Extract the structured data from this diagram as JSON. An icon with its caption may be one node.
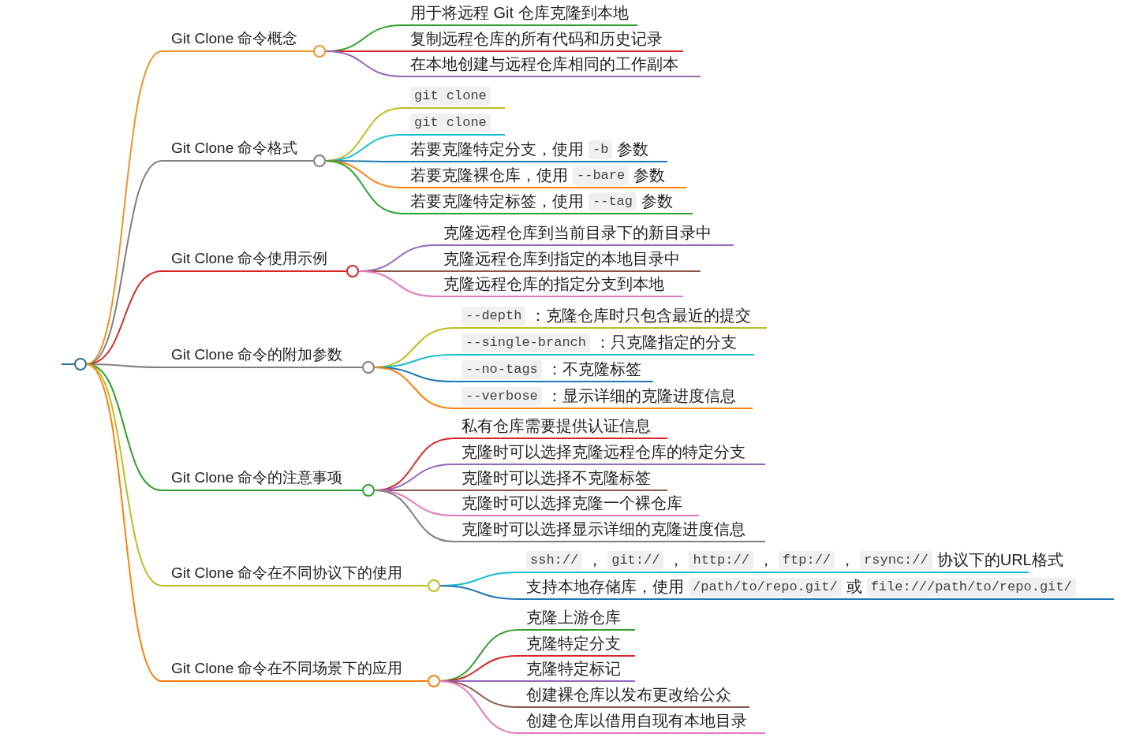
{
  "diagram": {
    "nodes": [
      {
        "text": [],
        "shape": "circle"
      },
      {
        "text": [
          "Git Clone 命令概念"
        ]
      },
      {
        "text": [
          "用于将远程 Git 仓库克隆到本地"
        ]
      },
      {
        "text": [
          "复制远程仓库的所有代码和历史记录"
        ]
      },
      {
        "text": [
          "在本地创建与远程仓库相同的工作副本"
        ]
      },
      {
        "text": [
          "Git Clone 命令格式"
        ]
      },
      {
        "text": [
          "git clone"
        ]
      },
      {
        "text": [
          "git clone"
        ]
      },
      {
        "text": [
          "若要克隆特定分支，使用",
          "-b",
          "参数"
        ]
      },
      {
        "text": [
          "若要克隆裸仓库，使用",
          "--bare",
          "参数"
        ]
      },
      {
        "text": [
          "若要克隆特定标签，使用",
          "--tag",
          "参数"
        ]
      },
      {
        "text": [
          "Git Clone 命令使用示例"
        ]
      },
      {
        "text": [
          "克隆远程仓库到当前目录下的新目录中"
        ]
      },
      {
        "text": [
          "克隆远程仓库到指定的本地目录中"
        ]
      },
      {
        "text": [
          "克隆远程仓库的指定分支到本地"
        ]
      },
      {
        "text": [
          "Git Clone 命令的附加参数"
        ]
      },
      {
        "text": [
          "--depth",
          "：克隆仓库时只包含最近的提交"
        ]
      },
      {
        "text": [
          "--single-branch",
          "：只克隆指定的分支"
        ]
      },
      {
        "text": [
          "--no-tags",
          "：不克隆标签"
        ]
      },
      {
        "text": [
          "--verbose",
          "：显示详细的克隆进度信息"
        ]
      },
      {
        "text": [
          "Git Clone 命令的注意事项"
        ]
      },
      {
        "text": [
          "私有仓库需要提供认证信息"
        ]
      },
      {
        "text": [
          "克隆时可以选择克隆远程仓库的特定分支"
        ]
      },
      {
        "text": [
          "克隆时可以选择不克隆标签"
        ]
      },
      {
        "text": [
          "克隆时可以选择克隆一个裸仓库"
        ]
      },
      {
        "text": [
          "克隆时可以选择显示详细的克隆进度信息"
        ]
      },
      {
        "text": [
          "Git Clone 命令在不同协议下的使用"
        ]
      },
      {
        "text": [
          "ssh://",
          "，",
          "git://",
          "，",
          "http://",
          "，",
          "ftp://",
          "，",
          "rsync://",
          "协议下的URL格式"
        ]
      },
      {
        "text": [
          "支持本地存储库，使用",
          "/path/to/repo.git/",
          "或",
          "file:///path/to/repo.git/"
        ]
      },
      {
        "text": [
          "Git Clone 命令在不同场景下的应用"
        ]
      },
      {
        "text": [
          "克隆上游仓库"
        ]
      },
      {
        "text": [
          "克隆特定分支"
        ]
      },
      {
        "text": [
          "克隆特定标记"
        ]
      },
      {
        "text": [
          "创建裸仓库以发布更改给公众"
        ]
      },
      {
        "text": [
          "创建仓库以借用自现有本地目录"
        ]
      }
    ],
    "edges": [
      {
        "from": 0,
        "to": 1,
        "arrow": "none",
        "color": "#f0932b"
      },
      {
        "from": 1,
        "to": 2,
        "arrow": "none",
        "color": "#2ca02c"
      },
      {
        "from": 1,
        "to": 3,
        "arrow": "none",
        "color": "#d62728"
      },
      {
        "from": 1,
        "to": 4,
        "arrow": "none",
        "color": "#9467bd"
      },
      {
        "from": 0,
        "to": 5,
        "arrow": "none",
        "color": "#7f7f7f"
      },
      {
        "from": 5,
        "to": 6,
        "arrow": "none",
        "color": "#bcbd22"
      },
      {
        "from": 5,
        "to": 7,
        "arrow": "none",
        "color": "#17becf"
      },
      {
        "from": 5,
        "to": 8,
        "arrow": "none",
        "color": "#1f77b4"
      },
      {
        "from": 5,
        "to": 9,
        "arrow": "none",
        "color": "#ff7f0e"
      },
      {
        "from": 5,
        "to": 10,
        "arrow": "none",
        "color": "#2ca02c"
      },
      {
        "from": 0,
        "to": 11,
        "arrow": "none",
        "color": "#d62728"
      },
      {
        "from": 11,
        "to": 12,
        "arrow": "none",
        "color": "#9467bd"
      },
      {
        "from": 11,
        "to": 13,
        "arrow": "none",
        "color": "#8c564b"
      },
      {
        "from": 11,
        "to": 14,
        "arrow": "none",
        "color": "#e377c2"
      },
      {
        "from": 0,
        "to": 15,
        "arrow": "none",
        "color": "#7f7f7f"
      },
      {
        "from": 15,
        "to": 16,
        "arrow": "none",
        "color": "#bcbd22"
      },
      {
        "from": 15,
        "to": 17,
        "arrow": "none",
        "color": "#17becf"
      },
      {
        "from": 15,
        "to": 18,
        "arrow": "none",
        "color": "#1f77b4"
      },
      {
        "from": 15,
        "to": 19,
        "arrow": "none",
        "color": "#ff7f0e"
      },
      {
        "from": 0,
        "to": 20,
        "arrow": "none",
        "color": "#2ca02c"
      },
      {
        "from": 20,
        "to": 21,
        "arrow": "none",
        "color": "#d62728"
      },
      {
        "from": 20,
        "to": 22,
        "arrow": "none",
        "color": "#9467bd"
      },
      {
        "from": 20,
        "to": 23,
        "arrow": "none",
        "color": "#8c564b"
      },
      {
        "from": 20,
        "to": 24,
        "arrow": "none",
        "color": "#e377c2"
      },
      {
        "from": 20,
        "to": 25,
        "arrow": "none",
        "color": "#7f7f7f"
      },
      {
        "from": 0,
        "to": 26,
        "arrow": "none",
        "color": "#bcbd22"
      },
      {
        "from": 26,
        "to": 27,
        "arrow": "none",
        "color": "#17becf"
      },
      {
        "from": 26,
        "to": 28,
        "arrow": "none",
        "color": "#1f77b4"
      },
      {
        "from": 0,
        "to": 29,
        "arrow": "none",
        "color": "#ff7f0e"
      },
      {
        "from": 29,
        "to": 30,
        "arrow": "none",
        "color": "#2ca02c"
      },
      {
        "from": 29,
        "to": 31,
        "arrow": "none",
        "color": "#d62728"
      },
      {
        "from": 29,
        "to": 32,
        "arrow": "none",
        "color": "#9467bd"
      },
      {
        "from": 29,
        "to": 33,
        "arrow": "none",
        "color": "#8c564b"
      },
      {
        "from": 29,
        "to": 34,
        "arrow": "none",
        "color": "#e377c2"
      }
    ]
  }
}
